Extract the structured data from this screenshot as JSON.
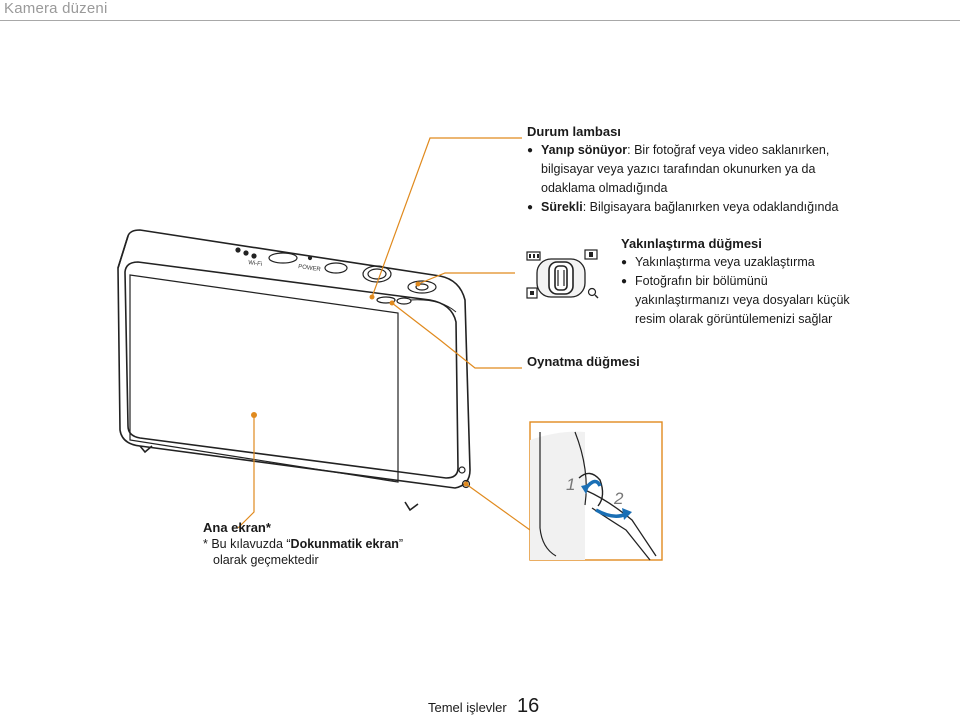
{
  "header": {
    "title": "Kamera düzeni"
  },
  "status_lamp": {
    "title": "Durum lambası",
    "items": [
      {
        "term": "Yanıp sönüyor",
        "text": ": Bir fotoğraf veya video saklanırken,",
        "cont": [
          "bilgisayar veya yazıcı tarafından okunurken ya da",
          "odaklama olmadığında"
        ]
      },
      {
        "term": "Sürekli",
        "text": ": Bilgisayara bağlanırken veya odaklandığında",
        "cont": []
      }
    ]
  },
  "zoom_button": {
    "title": "Yakınlaştırma düğmesi",
    "items": [
      {
        "text": "Yakınlaştırma veya uzaklaştırma",
        "cont": []
      },
      {
        "text": "Fotoğrafın bir bölümünü",
        "cont": [
          "yakınlaştırmanızı veya dosyaları küçük",
          "resim olarak görüntülemenizi sağlar"
        ]
      }
    ]
  },
  "playback_button": {
    "title": "Oynatma düğmesi"
  },
  "main_screen": {
    "title": "Ana ekran*",
    "note_prefix": "* Bu kılavuzda “",
    "note_bold": "Dokunmatik ekran",
    "note_suffix": "”",
    "note_line2": "olarak geçmektedir"
  },
  "camera_labels": {
    "wifi": "Wi-Fi",
    "power": "POWER"
  },
  "strap_steps": {
    "step1": "1",
    "step2": "2"
  },
  "footer": {
    "section": "Temel işlevler",
    "page": "16"
  },
  "colors": {
    "callout_line": "#e08a1e",
    "callout_dot": "#e08a1e",
    "arrow_blue": "#1a6fb5"
  }
}
